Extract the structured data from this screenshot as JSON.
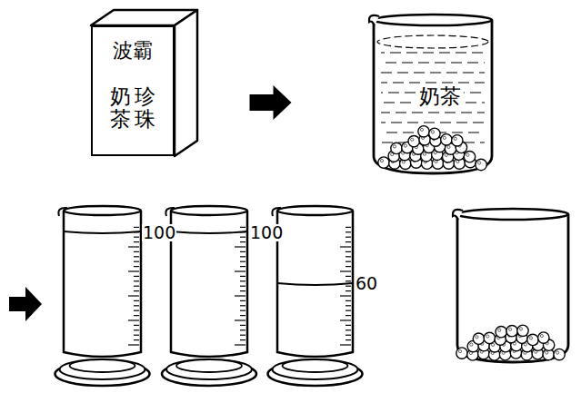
{
  "diagram": {
    "nodes": [
      {
        "text": [
          "波霸",
          "奶茶",
          "珍珠"
        ]
      },
      {
        "text": [
          "奶茶"
        ]
      }
    ],
    "edges": [
      {
        "from": 0,
        "to": 1,
        "arrow": "to"
      }
    ],
    "labels": [
      "100",
      "100",
      "60"
    ]
  }
}
